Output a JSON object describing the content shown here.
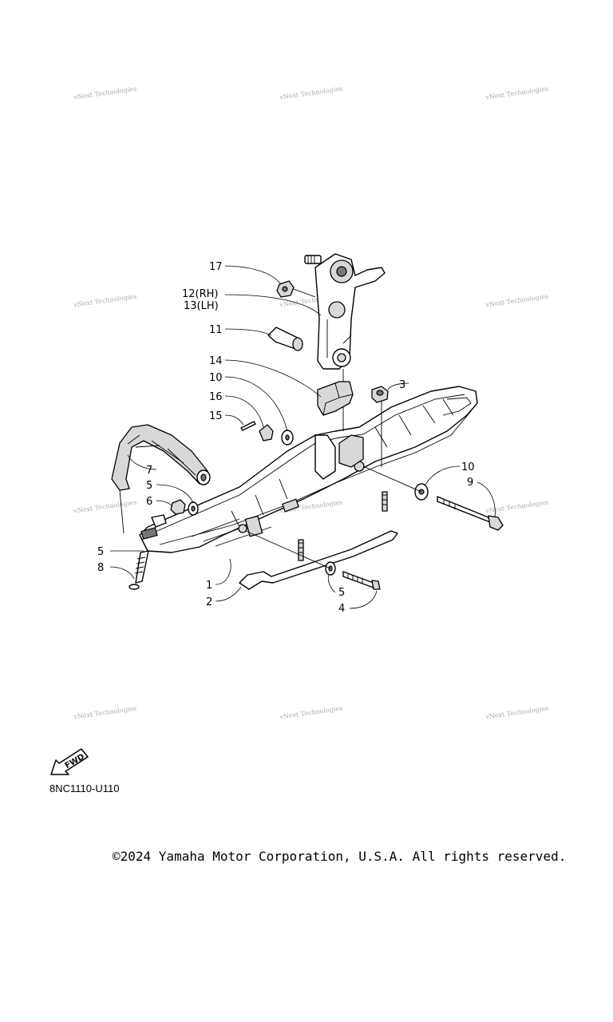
{
  "watermark": {
    "text": "vNext Technologies"
  },
  "callouts": {
    "c1": "1",
    "c2": "2",
    "c3": "3",
    "c4": "4",
    "c5a": "5",
    "c5b": "5",
    "c5c": "5",
    "c6": "6",
    "c7": "7",
    "c8": "8",
    "c9": "9",
    "c10a": "10",
    "c10b": "10",
    "c11": "11",
    "c12": "12(RH)",
    "c13": "13(LH)",
    "c14": "14",
    "c15": "15",
    "c16": "16",
    "c17": "17"
  },
  "fwd_label": "FWD",
  "diagram_code": "8NC1110-U110",
  "copyright": "©2024 Yamaha Motor Corporation, U.S.A. All rights reserved."
}
